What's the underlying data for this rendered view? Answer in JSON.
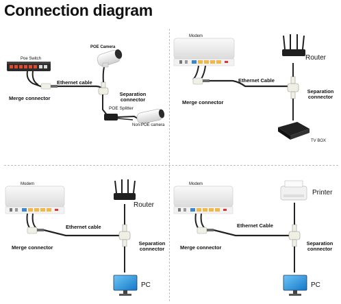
{
  "title": "Connection diagram",
  "panels": [
    {
      "labels": {
        "poe_switch": "Poe Switch",
        "poe_camera": "POE Camera",
        "ethernet_cable": "Ethernet cable",
        "merge_connector": "Merge connector",
        "separation_connector": "Separation connector",
        "poe_splitter": "POE Splitter",
        "non_poe_camera": "Non-POE camera"
      }
    },
    {
      "labels": {
        "modem": "Modem",
        "router": "Router",
        "ethernet_cable": "Ethernet Cable",
        "merge_connector": "Merge connector",
        "separation_connector": "Separation connector",
        "tv_box": "TV BOX"
      }
    },
    {
      "labels": {
        "modem": "Modem",
        "router": "Router",
        "ethernet_cable": "Ethernet cable",
        "merge_connector": "Merge connector",
        "separation_connector": "Separation connector",
        "pc": "PC"
      }
    },
    {
      "labels": {
        "modem": "Modem",
        "printer": "Printer",
        "ethernet_cable": "Ethernet Cable",
        "merge_connector": "Merge connector",
        "separation_connector": "Separation connector",
        "pc": "PC"
      }
    }
  ]
}
